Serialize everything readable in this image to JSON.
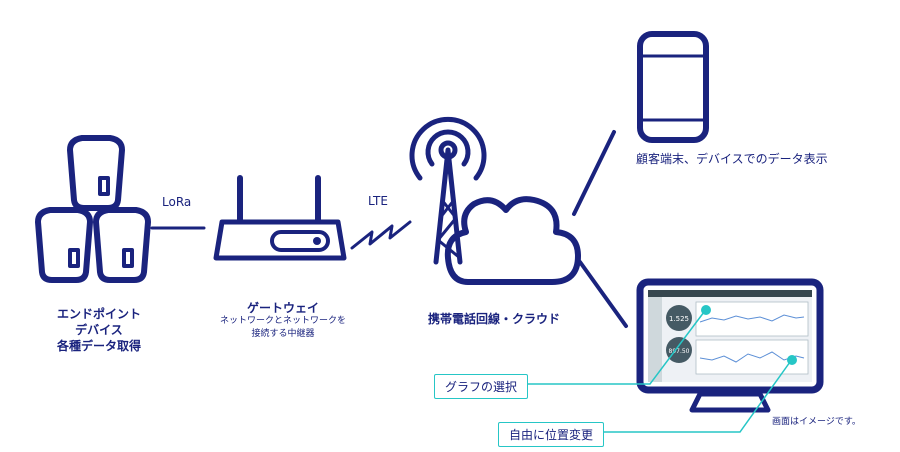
{
  "endpoint": {
    "lines": [
      "エンドポイント",
      "デバイス",
      "各種データ取得"
    ]
  },
  "link_lora": "LoRa",
  "link_lte": "LTE",
  "gateway": {
    "title": "ゲートウェイ",
    "sub1": "ネットワークとネットワークを",
    "sub2": "接続する中継器"
  },
  "cloud": {
    "label": "携帯電話回線・クラウド"
  },
  "mobile": {
    "label": "顧客端末、デバイスでのデータ表示"
  },
  "monitor": {
    "gauge1_value": "1.525",
    "gauge2_value": "897.50",
    "note": "画面はイメージです。"
  },
  "callouts": {
    "graph_select": "グラフの選択",
    "free_position": "自由に位置変更"
  },
  "colors": {
    "primary": "#1a237e",
    "accent": "#26c6c6"
  }
}
